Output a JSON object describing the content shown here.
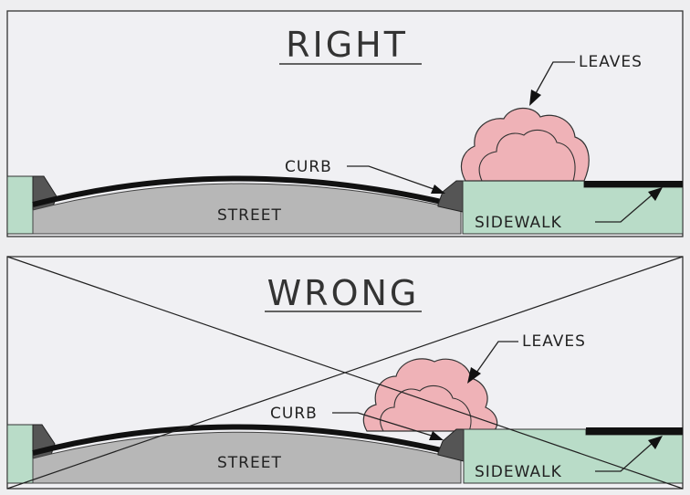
{
  "panels": {
    "right": {
      "title": "RIGHT",
      "labels": {
        "leaves": "LEAVES",
        "curb": "CURB",
        "street": "STREET",
        "sidewalk": "SIDEWALK"
      }
    },
    "wrong": {
      "title": "WRONG",
      "labels": {
        "leaves": "LEAVES",
        "curb": "CURB",
        "street": "STREET",
        "sidewalk": "SIDEWALK"
      }
    }
  },
  "colors": {
    "paper": "#eeeef0",
    "street": "#b7b7b7",
    "sidewalk": "#b9dcc8",
    "leaves": "#efb2b7",
    "curb": "#555555",
    "pavement": "#111111"
  }
}
